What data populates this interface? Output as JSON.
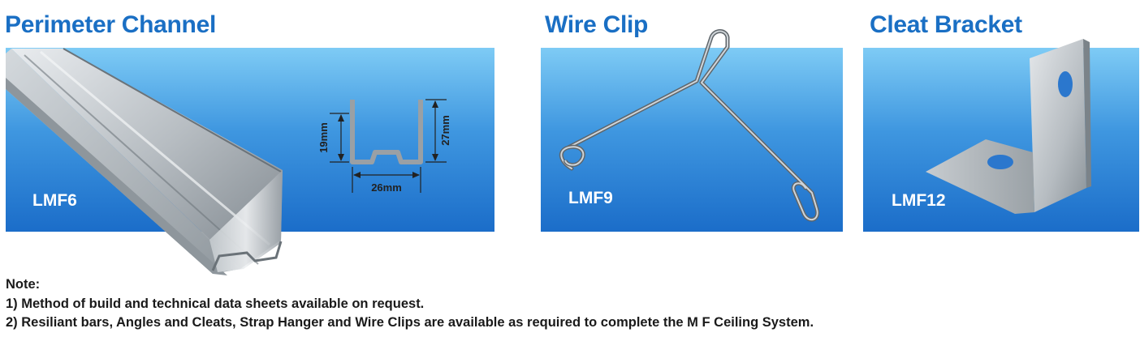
{
  "products": [
    {
      "title": "Perimeter Channel",
      "code": "LMF6"
    },
    {
      "title": "Wire Clip",
      "code": "LMF9"
    },
    {
      "title": "Cleat Bracket",
      "code": "LMF12"
    }
  ],
  "dimensions": {
    "height_inner": "19mm",
    "height_outer": "27mm",
    "width": "26mm"
  },
  "notes": {
    "heading": "Note:",
    "lines": [
      "1) Method of build and technical data sheets available on request.",
      "2) Resiliant bars, Angles and Cleats, Strap Hanger and Wire Clips are available as required to complete the M F Ceiling System."
    ]
  },
  "colors": {
    "title": "#1a6fc4",
    "panel_top": "#7ecbf5",
    "panel_bottom": "#1b6dc9",
    "code": "#ffffff"
  }
}
